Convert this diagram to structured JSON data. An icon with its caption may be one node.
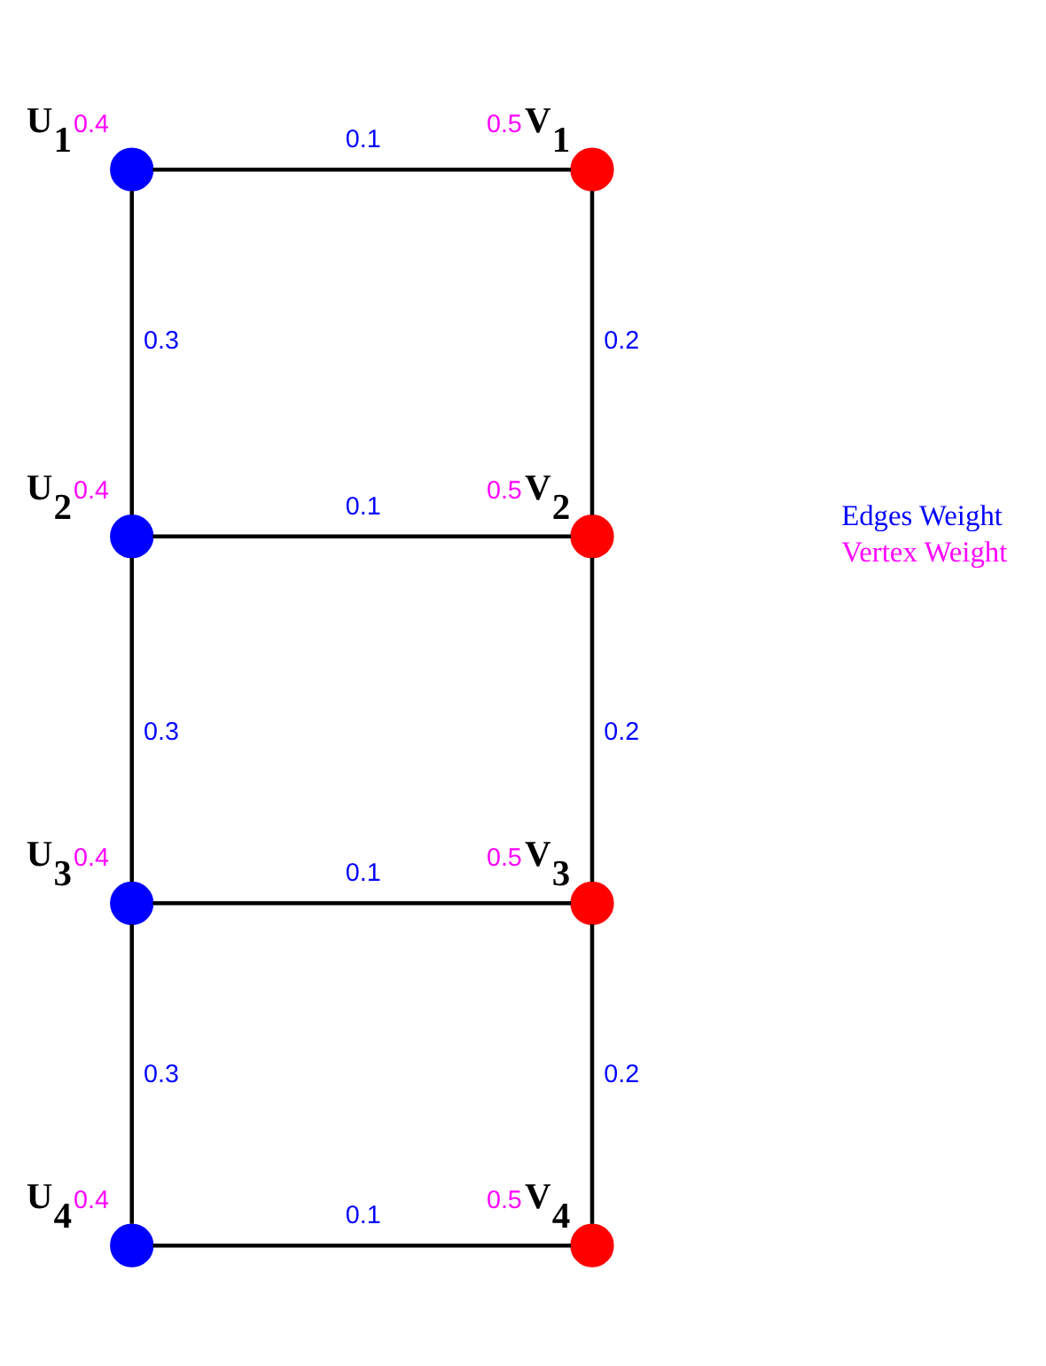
{
  "diagram": {
    "nodes": [
      {
        "text": [],
        "shape": "circle",
        "beside": [
          "U$_{1}$",
          "0.4"
        ]
      },
      {
        "text": [],
        "shape": "circle",
        "beside": [
          "V$_{1}$",
          "0.5"
        ]
      },
      {
        "text": [],
        "shape": "circle",
        "beside": [
          "U$_{2}$",
          "0.4"
        ]
      },
      {
        "text": [],
        "shape": "circle",
        "beside": [
          "V$_{2}$",
          "0.5"
        ]
      },
      {
        "text": [],
        "shape": "circle",
        "beside": [
          "U$_{3}$",
          "0.4"
        ]
      },
      {
        "text": [],
        "shape": "circle",
        "beside": [
          "V$_{3}$",
          "0.5"
        ]
      },
      {
        "text": [],
        "shape": "circle",
        "beside": [
          "U$_{4}$",
          "0.4"
        ]
      },
      {
        "text": [],
        "shape": "circle",
        "beside": [
          "V$_{4}$",
          "0.5"
        ]
      }
    ],
    "edges": [
      {
        "from": 0,
        "to": 1,
        "arrow": "none",
        "label": "0.1"
      },
      {
        "from": 0,
        "to": 2,
        "arrow": "none",
        "label": "0.3"
      },
      {
        "from": 1,
        "to": 3,
        "arrow": "none",
        "label": "0.2"
      },
      {
        "from": 2,
        "to": 3,
        "arrow": "none",
        "label": "0.1"
      },
      {
        "from": 2,
        "to": 4,
        "arrow": "none",
        "label": "0.3"
      },
      {
        "from": 3,
        "to": 5,
        "arrow": "none",
        "label": "0.2"
      },
      {
        "from": 4,
        "to": 5,
        "arrow": "none",
        "label": "0.1"
      },
      {
        "from": 4,
        "to": 6,
        "arrow": "none",
        "label": "0.3"
      },
      {
        "from": 5,
        "to": 7,
        "arrow": "none",
        "label": "0.2"
      },
      {
        "from": 6,
        "to": 7,
        "arrow": "none",
        "label": "0.1"
      }
    ],
    "legend": [
      {
        "text": "Edges Weight",
        "color": "#0000ff"
      },
      {
        "text": "Vertex Weight",
        "color": "#ff00ff"
      }
    ]
  }
}
